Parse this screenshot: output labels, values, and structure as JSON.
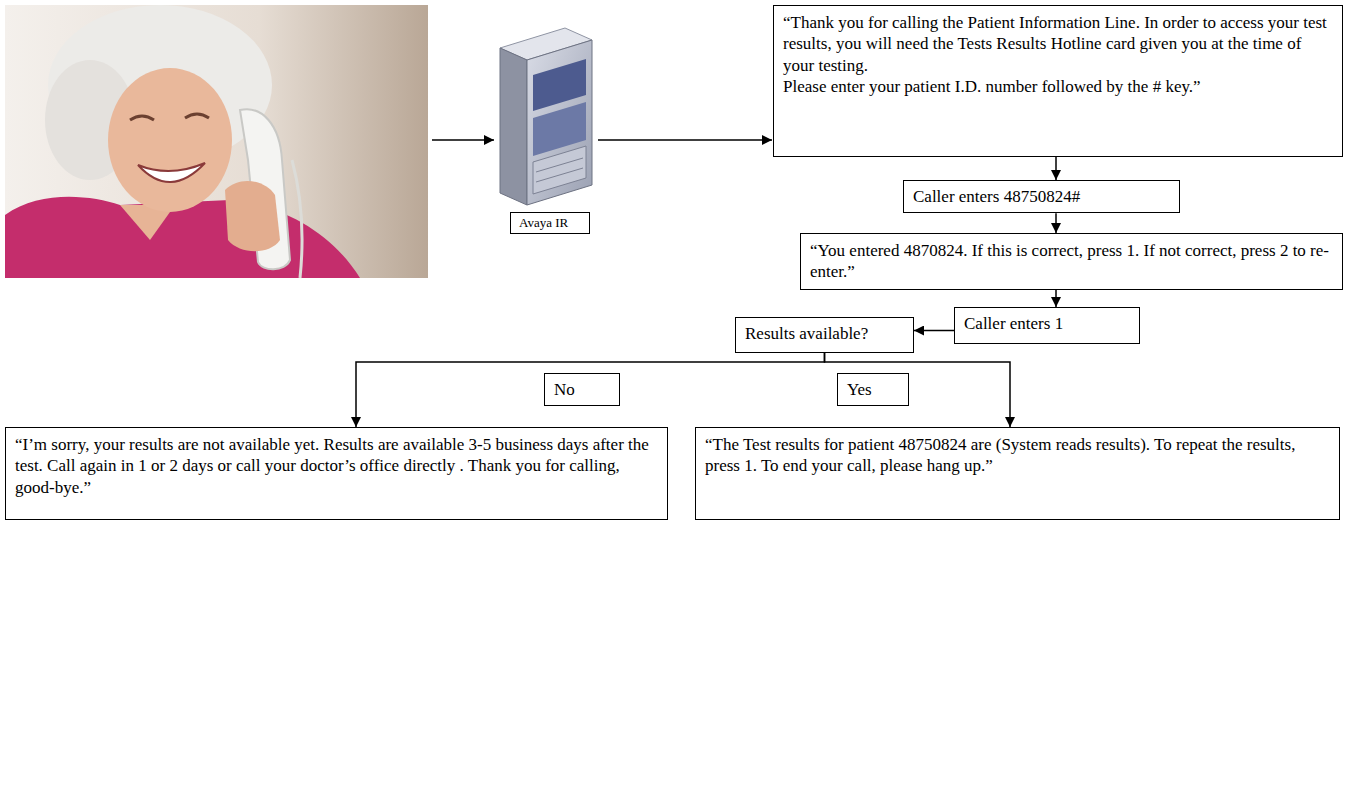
{
  "diagram": {
    "nodes": [
      {
        "text": [
          "“Thank you for calling the Patient Information Line. In order to access your test results, you will need the Tests Results Hotline card given you at the time of your testing.",
          "Please enter your patient I.D. number followed by the # key.”"
        ]
      },
      {
        "text": [
          "Avaya IR"
        ]
      },
      {
        "text": [
          "Caller enters 48750824#"
        ]
      },
      {
        "text": [
          "“You entered 4870824. If this is correct, press 1. If not correct, press 2 to re-enter.”"
        ]
      },
      {
        "text": [
          "Caller enters 1"
        ]
      },
      {
        "text": [
          "Results available?"
        ]
      },
      {
        "text": [
          "“I’m sorry, your results are not available yet. Results are available 3-5 business days after the test. Call again in 1 or 2 days or call your doctor’s office directly . Thank you for calling, good-bye.”"
        ]
      },
      {
        "text": [
          "“The Test results for patient 48750824 are (System reads results). To repeat the results, press 1. To end your call, please hang up.”"
        ]
      }
    ],
    "edges": [
      {
        "from": 0,
        "to": 2,
        "arrow": "to"
      },
      {
        "from": 2,
        "to": 3,
        "arrow": "to"
      },
      {
        "from": 3,
        "to": 4,
        "arrow": "to"
      },
      {
        "from": 4,
        "to": 5,
        "arrow": "to"
      },
      {
        "from": 5,
        "to": 6,
        "label": "No",
        "arrow": "to"
      },
      {
        "from": 5,
        "to": 7,
        "label": "Yes",
        "arrow": "to"
      }
    ]
  }
}
